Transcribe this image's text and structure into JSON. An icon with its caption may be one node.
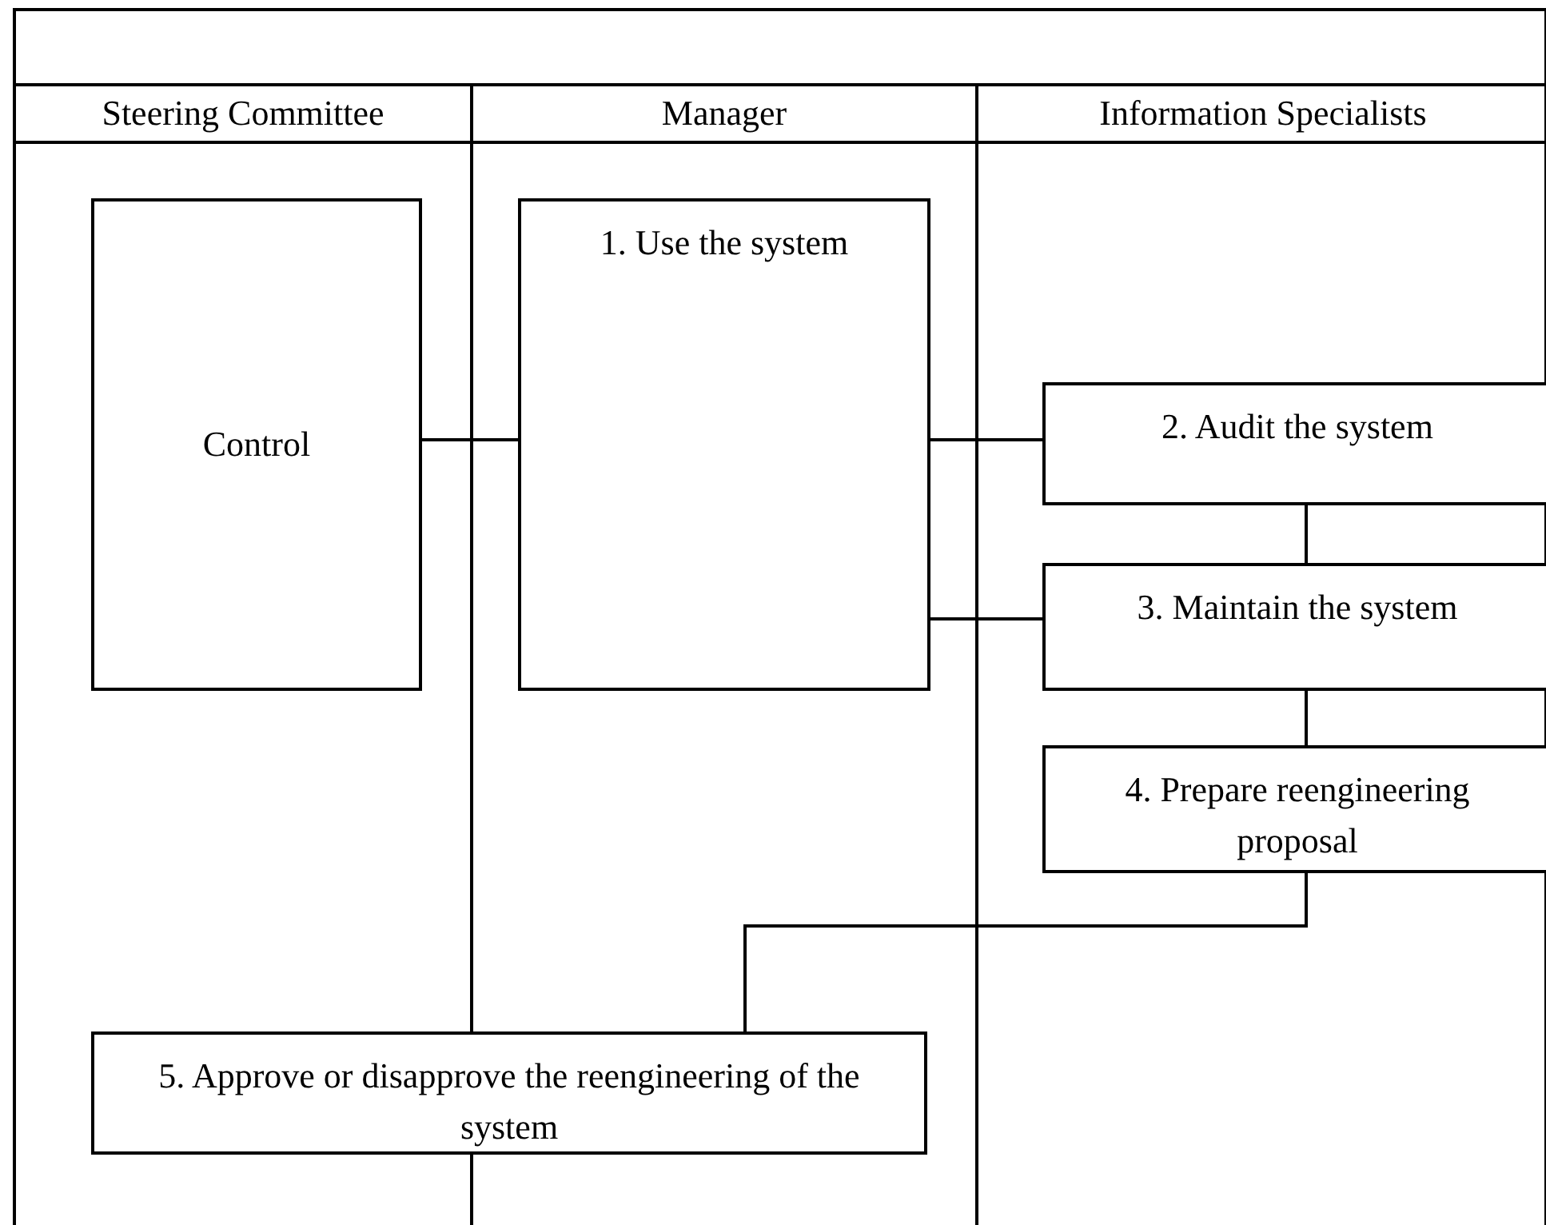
{
  "diagram": {
    "nodes": [
      {
        "text": [
          "Steering Committee"
        ]
      },
      {
        "text": [
          "Manager"
        ]
      },
      {
        "text": [
          "Information Specialists"
        ]
      },
      {
        "text": [
          "Control"
        ],
        "in": 0
      },
      {
        "text": [
          "1. Use the system"
        ],
        "in": 1
      },
      {
        "text": [
          "2. Audit the system"
        ],
        "in": 2
      },
      {
        "text": [
          "3. Maintain the system"
        ],
        "in": 2
      },
      {
        "text": [
          "4. Prepare reengineering proposal"
        ],
        "in": 2
      },
      {
        "text": [
          "5. Approve or disapprove the reengineering of the system"
        ]
      }
    ],
    "edges": [
      {
        "from": 3,
        "to": 4,
        "arrow": "none"
      },
      {
        "from": 4,
        "to": 5,
        "arrow": "none"
      },
      {
        "from": 4,
        "to": 6,
        "arrow": "none"
      },
      {
        "from": 5,
        "to": 6,
        "arrow": "none"
      },
      {
        "from": 6,
        "to": 7,
        "arrow": "none"
      },
      {
        "from": 7,
        "to": 8,
        "arrow": "none"
      }
    ]
  }
}
